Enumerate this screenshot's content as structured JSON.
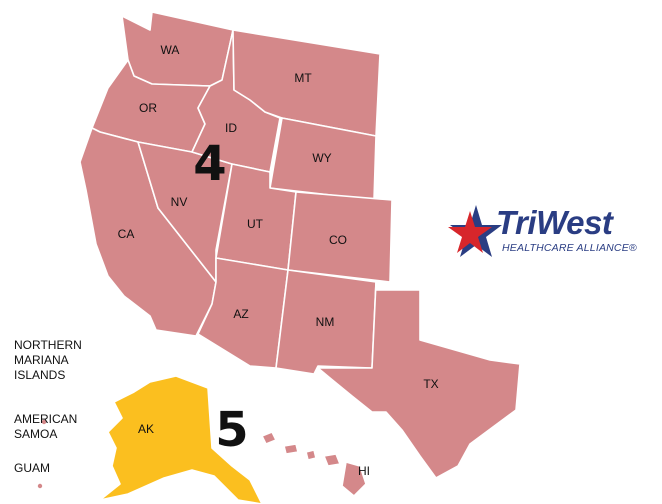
{
  "colors": {
    "region4": "#d4888a",
    "region5": "#fbbf1f",
    "logo_blue": "#2a3d83",
    "logo_red": "#d7262b"
  },
  "states": {
    "wa": "WA",
    "or": "OR",
    "ca": "CA",
    "id": "ID",
    "nv": "NV",
    "mt": "MT",
    "wy": "WY",
    "ut": "UT",
    "co": "CO",
    "az": "AZ",
    "nm": "NM",
    "tx": "TX",
    "ak": "AK",
    "hi": "HI"
  },
  "regions": {
    "west": "4",
    "pacific": "5"
  },
  "territories": {
    "northern_mariana": "NORTHERN\nMARIANA\nISLANDS",
    "american_samoa": "AMERICAN\nSAMOA",
    "guam": "GUAM"
  },
  "logo": {
    "name": "TriWest",
    "tagline": "HEALTHCARE ALLIANCE®"
  }
}
